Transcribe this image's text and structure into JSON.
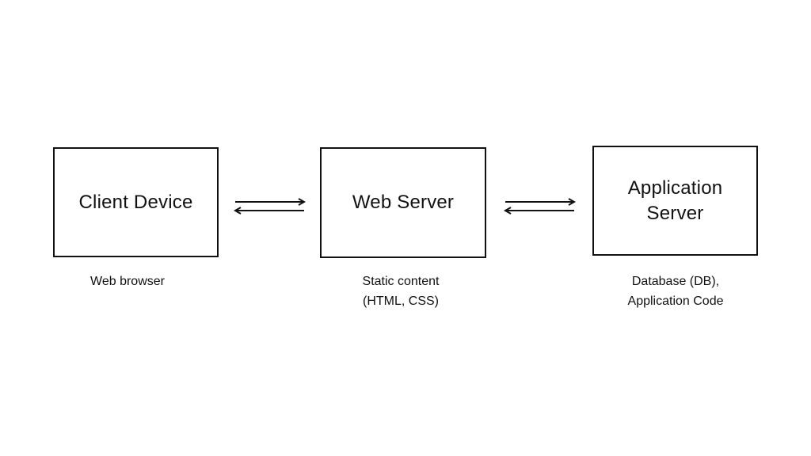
{
  "diagram": {
    "nodes": [
      {
        "id": "client",
        "label": "Client Device",
        "caption_lines": [
          "Web browser"
        ]
      },
      {
        "id": "web",
        "label": "Web Server",
        "caption_lines": [
          "Static content",
          "(HTML, CSS)"
        ]
      },
      {
        "id": "app",
        "label": "Application Server",
        "caption_lines": [
          "Database (DB),",
          "Application Code"
        ]
      }
    ],
    "edges": [
      {
        "from": "client",
        "to": "web",
        "direction": "bidirectional"
      },
      {
        "from": "web",
        "to": "app",
        "direction": "bidirectional"
      }
    ]
  },
  "colors": {
    "stroke": "#111111",
    "background": "#ffffff"
  }
}
